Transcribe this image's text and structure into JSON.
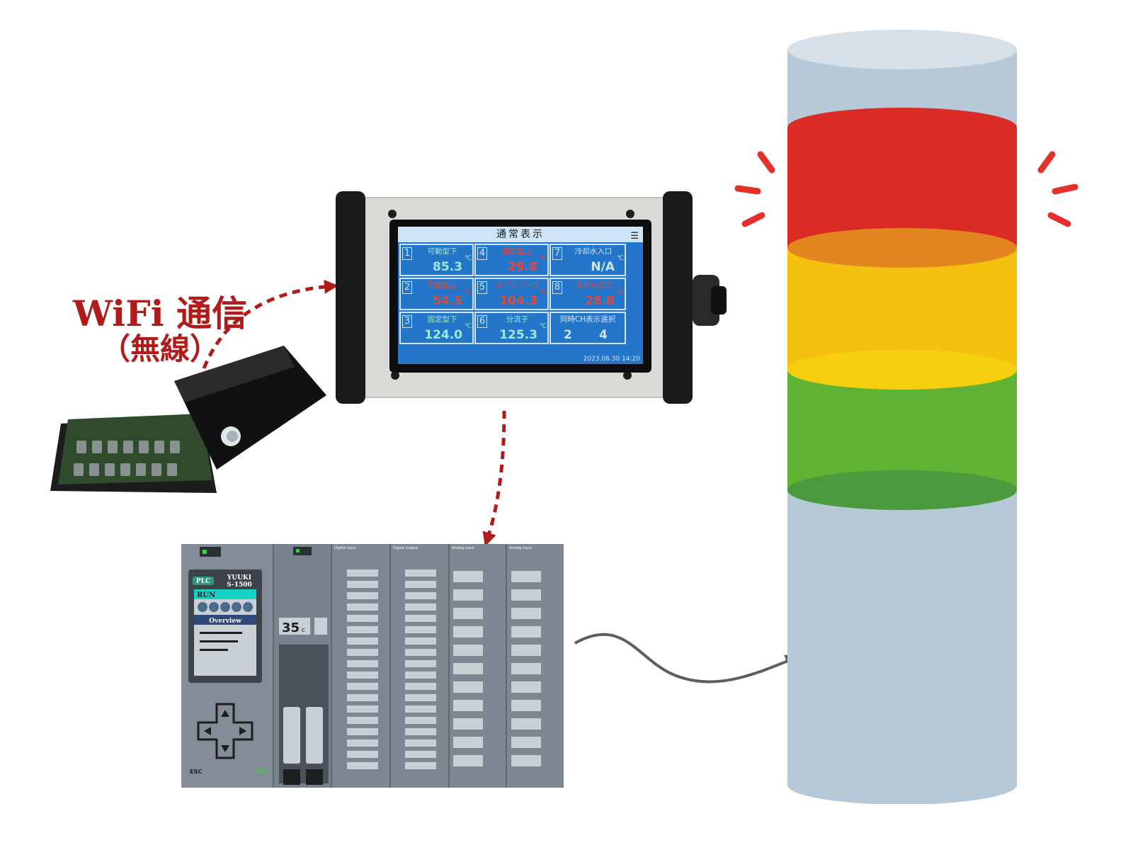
{
  "wifi_label": {
    "line1": "WiFi 通信",
    "line2": "（無線）"
  },
  "panel": {
    "title": "通常表示",
    "timestamp": "2023.06.30 14:20",
    "unit": "℃",
    "cells": [
      {
        "num": "1",
        "name": "可動型下",
        "value": "85.3",
        "color": "#9fe7d6"
      },
      {
        "num": "4",
        "name": "固定型上",
        "value": "29.8",
        "color": "#e0493c"
      },
      {
        "num": "7",
        "name": "冷却水入口",
        "value": "N/A",
        "color": "#cfe5f6"
      },
      {
        "num": "2",
        "name": "可動型上",
        "value": "54.5",
        "color": "#e0493c"
      },
      {
        "num": "5",
        "name": "ダイスリーブ",
        "value": "104.3",
        "color": "#e0493c"
      },
      {
        "num": "8",
        "name": "冷却水出口",
        "value": "28.8",
        "color": "#e0493c"
      },
      {
        "num": "3",
        "name": "固定型下",
        "value": "124.0",
        "color": "#9fe7d6"
      },
      {
        "num": "6",
        "name": "分流子",
        "value": "125.3",
        "color": "#9fe7d6"
      }
    ],
    "select_cell": {
      "name": "同時CH表示選択",
      "left": "2",
      "right": "4"
    }
  },
  "plc": {
    "tag": "PLC",
    "model_line1": "YUUKI",
    "model_line2": "S-1500",
    "status": "RUN",
    "screen_title": "Overview",
    "temp": "35",
    "temp_unit": "c",
    "esc": "ESC",
    "ok": "OK",
    "module_labels": [
      "Digital input",
      "Digital Output",
      "Analog input",
      "Analog input"
    ]
  },
  "colors": {
    "arrow_red": "#b01c1c",
    "arrow_grey": "#5a5f66",
    "tower_red": "#da2c24",
    "tower_yellow": "#f3c10e",
    "tower_green": "#5fb234",
    "tower_blue": "#b6c9d8",
    "plc_grey": "#7d8791"
  }
}
